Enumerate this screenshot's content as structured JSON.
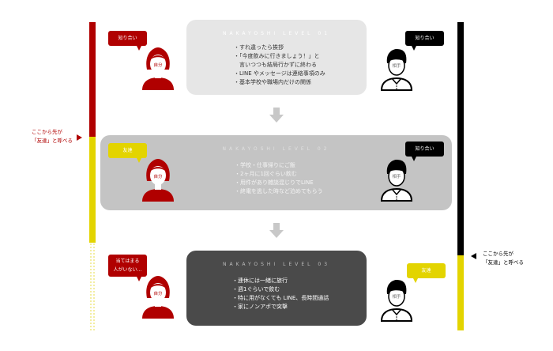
{
  "colors": {
    "red": "#b00000",
    "yellow": "#e3d400",
    "black": "#000000",
    "level1_bg": "#e6e6e6",
    "level2_bg": "#c4c4c4",
    "level3_bg": "#4a4a4a",
    "arrow": "#c8c8c8"
  },
  "left_note": {
    "line1": "ここから先が",
    "line2": "「友達」と呼べる"
  },
  "right_note": {
    "line1": "ここから先が",
    "line2": "「友達」と呼べる"
  },
  "levels": [
    {
      "title": "NAKAYOSHI LEVEL 01",
      "items": [
        "・すれ違ったら挨拶",
        "・「今度飲みに行きましょう！」と",
        "　言いつつも結局行かずに終わる",
        "・LINE やメッセージは連絡事項のみ",
        "・基本学校や職場内だけの関係"
      ],
      "self_bubble": "知り合い",
      "other_bubble": "知り合い"
    },
    {
      "title": "NAKAYOSHI LEVEL 02",
      "items": [
        "・学校・仕事帰りにご飯",
        "・2ヶ月に1回ぐらい飲む",
        "・用件があり雑談混じりでLINE",
        "・終電を逃した時など泊めてもらう"
      ],
      "self_bubble": "友達",
      "other_bubble": "知り合い"
    },
    {
      "title": "NAKAYOSHI LEVEL 03",
      "items": [
        "・連休には一緒に旅行",
        "・週1ぐらいで飲む",
        "・特に用がなくても LINE、長時間通話",
        "・家にノンアポで突撃"
      ],
      "self_bubble_line1": "当てはまる",
      "self_bubble_line2": "人がいない…",
      "other_bubble": "友達"
    }
  ],
  "labels": {
    "self": "自分",
    "other": "相手"
  }
}
